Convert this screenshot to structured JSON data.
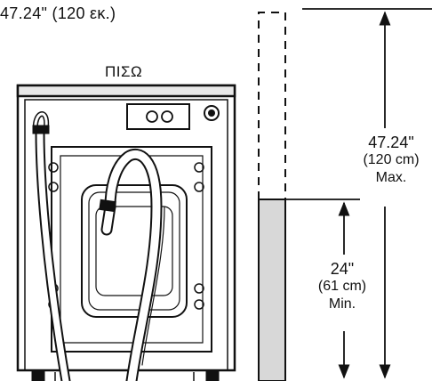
{
  "texts": {
    "top_note": "47.24\" (120 εκ.)",
    "back_label": "ΠΙΣΩ"
  },
  "dimension_max": {
    "value": "47.24\"",
    "metric": "(120 cm)",
    "qualifier": "Max."
  },
  "dimension_min": {
    "value": "24\"",
    "metric": "(61 cm)",
    "qualifier": "Min."
  }
}
